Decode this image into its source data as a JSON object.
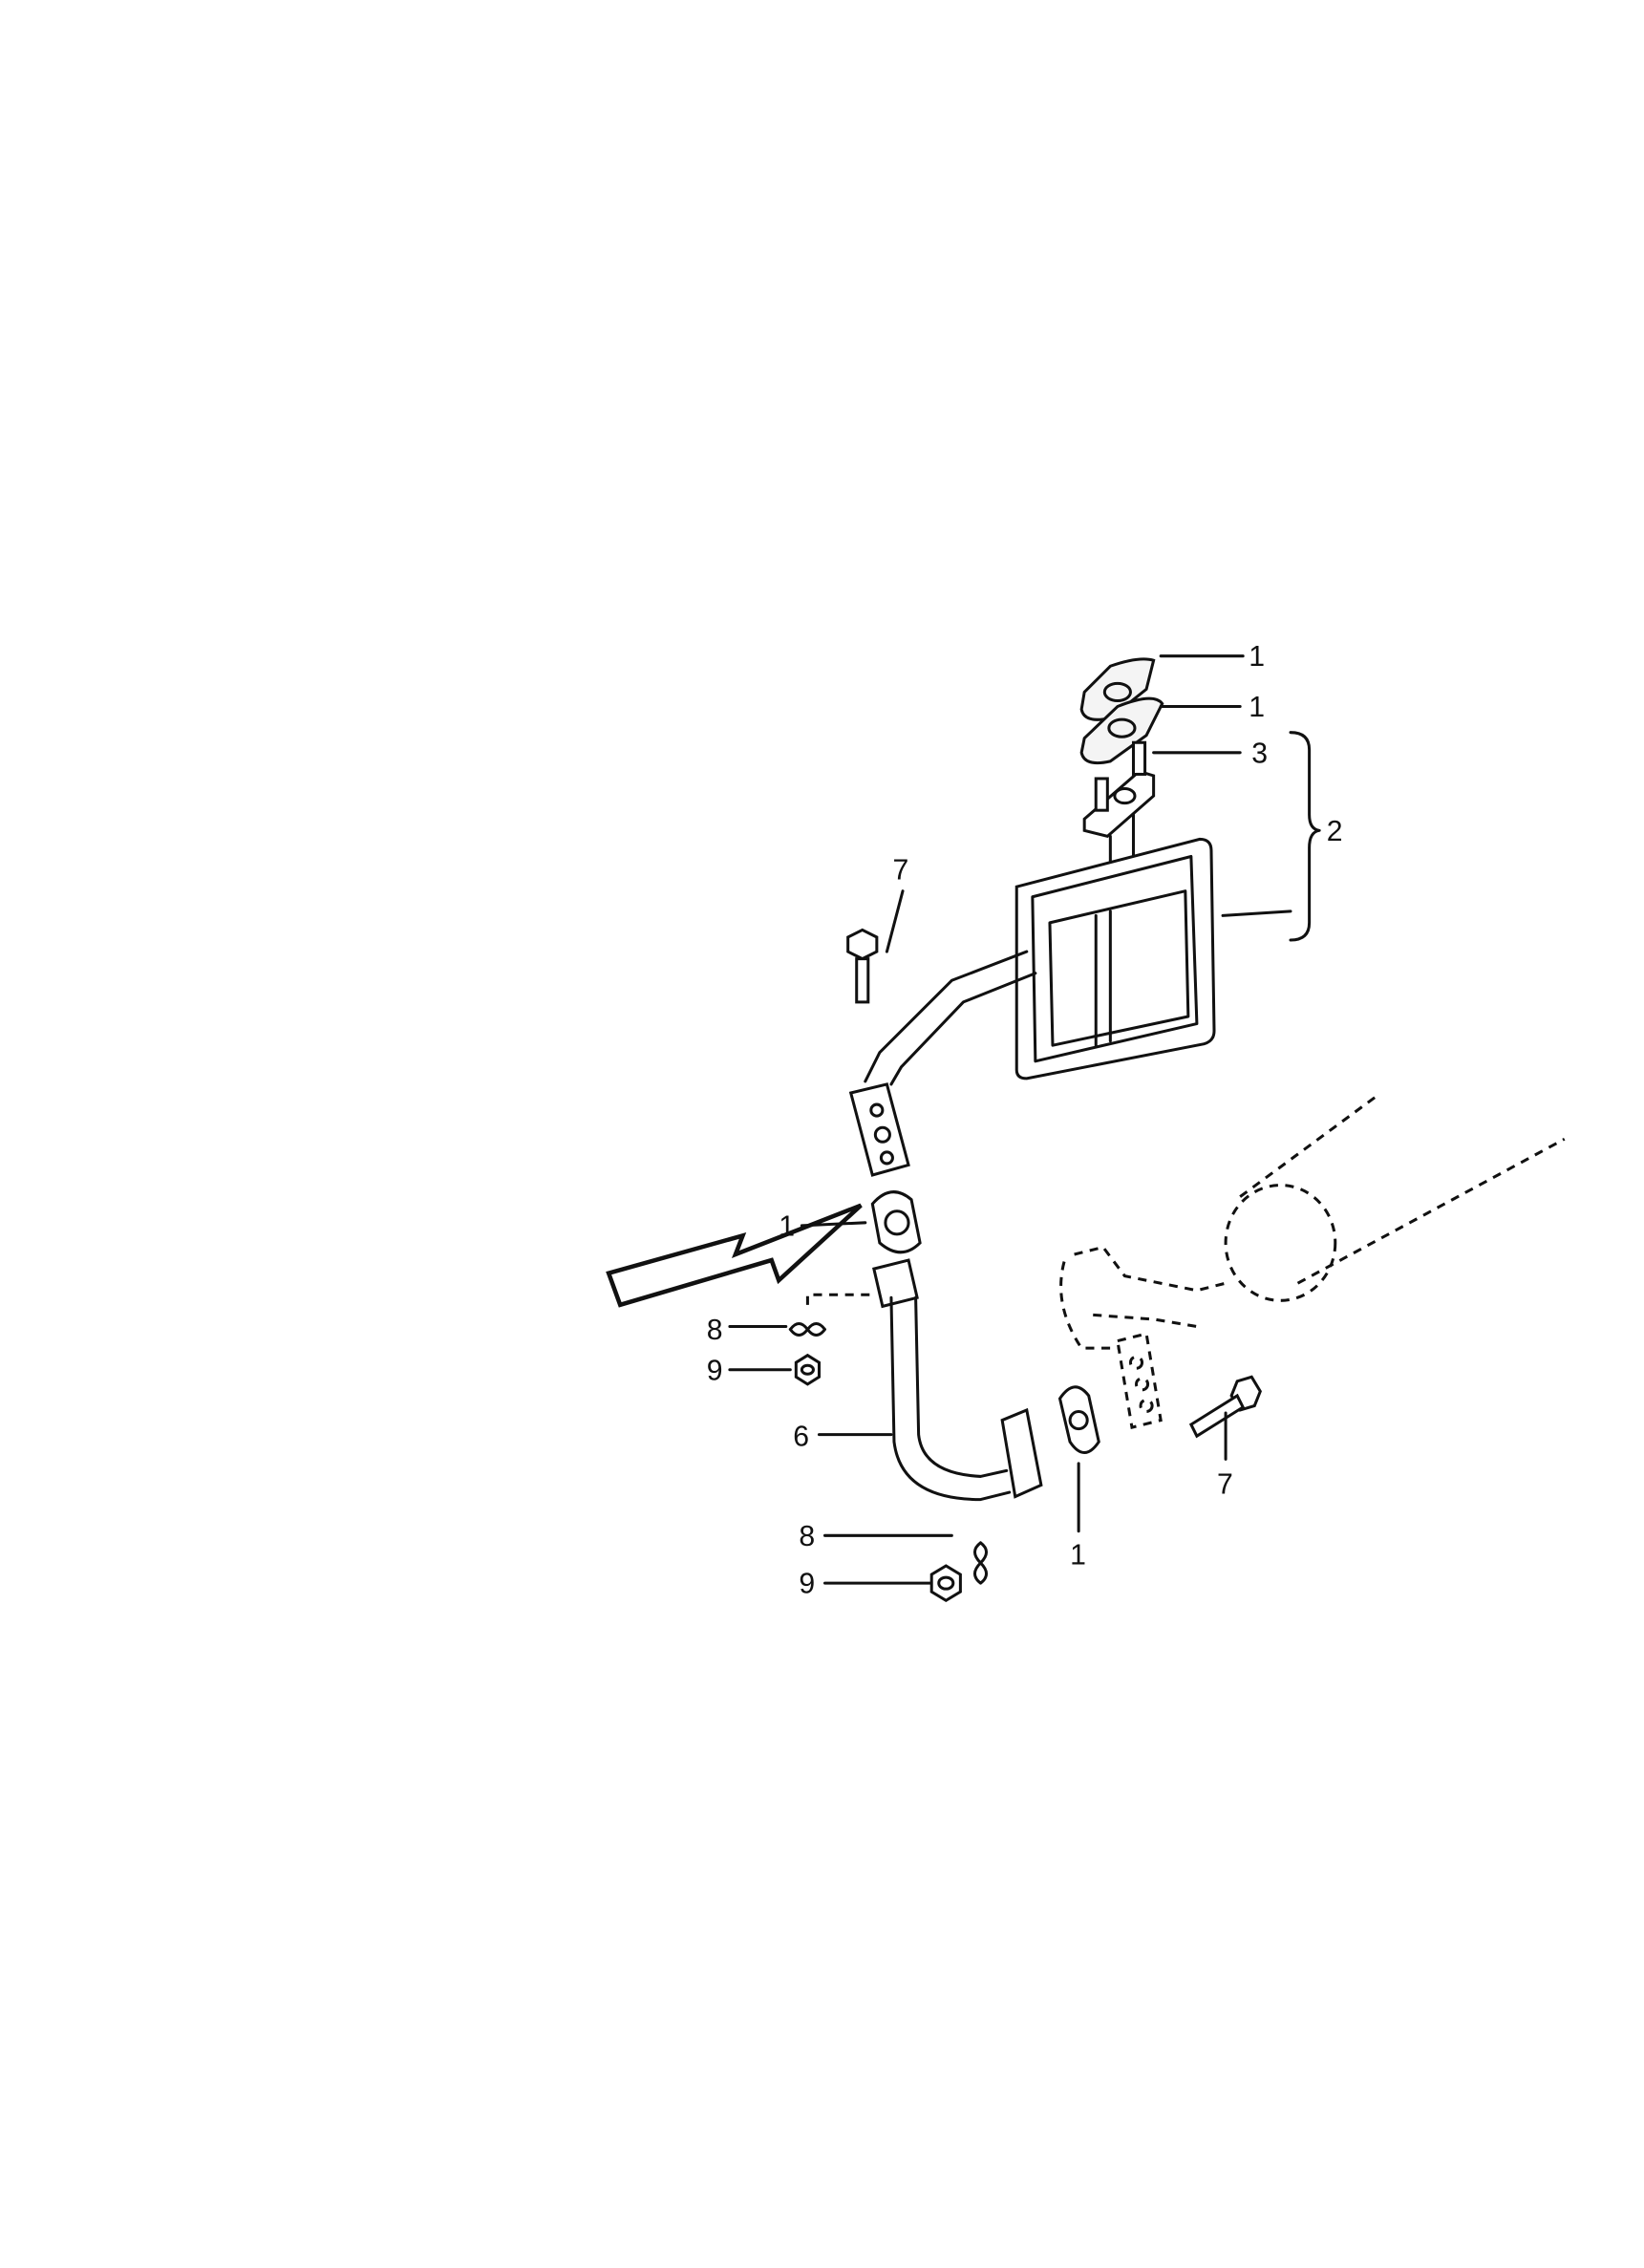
{
  "diagram": {
    "type": "exploded parts diagram",
    "callouts": [
      {
        "id": "c1a",
        "text": "1"
      },
      {
        "id": "c1b",
        "text": "1"
      },
      {
        "id": "c3",
        "text": "3"
      },
      {
        "id": "c2",
        "text": "2"
      },
      {
        "id": "c7a",
        "text": "7"
      },
      {
        "id": "c1c",
        "text": "1"
      },
      {
        "id": "c8a",
        "text": "8"
      },
      {
        "id": "c9a",
        "text": "9"
      },
      {
        "id": "c6",
        "text": "6"
      },
      {
        "id": "c7b",
        "text": "7"
      },
      {
        "id": "c1d",
        "text": "1"
      },
      {
        "id": "c8b",
        "text": "8"
      },
      {
        "id": "c9b",
        "text": "9"
      }
    ]
  }
}
